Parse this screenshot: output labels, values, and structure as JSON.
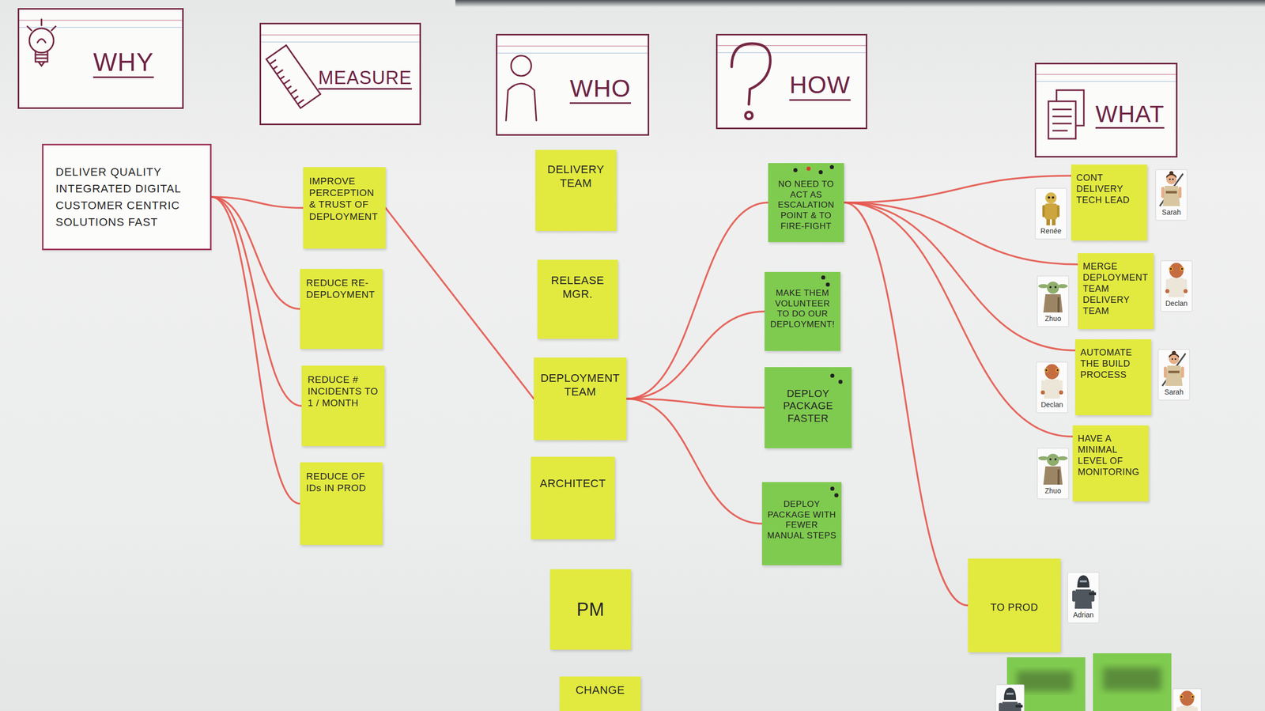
{
  "diagram": {
    "nodes": [
      {
        "text": [
          "WHY"
        ]
      },
      {
        "text": [
          "MEASURE"
        ]
      },
      {
        "text": [
          "WHO"
        ]
      },
      {
        "text": [
          "HOW"
        ]
      },
      {
        "text": [
          "WHAT"
        ]
      },
      {
        "text": [
          "DELIVER QUALITY INTEGRATED DIGITAL CUSTOMER CENTRIC SOLUTIONS FAST"
        ]
      },
      {
        "text": [
          "IMPROVE PERCEPTION & TRUST OF DEPLOYMENT"
        ]
      },
      {
        "text": [
          "REDUCE RE-DEPLOYMENT"
        ]
      },
      {
        "text": [
          "REDUCE # INCIDENTS TO 1 / MONTH"
        ]
      },
      {
        "text": [
          "REDUCE OF IDs IN PROD"
        ]
      },
      {
        "text": [
          "DELIVERY TEAM"
        ]
      },
      {
        "text": [
          "RELEASE MGR."
        ]
      },
      {
        "text": [
          "DEPLOYMENT TEAM"
        ]
      },
      {
        "text": [
          "ARCHITECT"
        ]
      },
      {
        "text": [
          "PM"
        ]
      },
      {
        "text": [
          "CHANGE"
        ]
      },
      {
        "text": [
          "NO NEED TO ACT AS ESCALATION POINT & TO FIRE-FIGHT"
        ]
      },
      {
        "text": [
          "MAKE THEM VOLUNTEER TO DO OUR DEPLOYMENT!"
        ]
      },
      {
        "text": [
          "DEPLOY PACKAGE FASTER"
        ]
      },
      {
        "text": [
          "DEPLOY PACKAGE WITH FEWER MANUAL STEPS"
        ]
      },
      {
        "text": [
          "CONT DELIVERY TECH LEAD"
        ]
      },
      {
        "text": [
          "MERGE DEPLOYMENT TEAM DELIVERY TEAM"
        ]
      },
      {
        "text": [
          "AUTOMATE THE BUILD PROCESS"
        ]
      },
      {
        "text": [
          "HAVE A MINIMAL LEVEL OF MONITORING"
        ]
      },
      {
        "text": [
          "TO PROD"
        ]
      }
    ],
    "edges": [
      {
        "from": 6,
        "to": 5,
        "arrow": "none"
      },
      {
        "from": 7,
        "to": 5,
        "arrow": "none"
      },
      {
        "from": 8,
        "to": 5,
        "arrow": "none"
      },
      {
        "from": 9,
        "to": 5,
        "arrow": "none"
      },
      {
        "from": 12,
        "to": 6,
        "arrow": "none"
      },
      {
        "from": 12,
        "to": 16,
        "arrow": "none"
      },
      {
        "from": 12,
        "to": 17,
        "arrow": "none"
      },
      {
        "from": 12,
        "to": 18,
        "arrow": "none"
      },
      {
        "from": 12,
        "to": 19,
        "arrow": "none"
      },
      {
        "from": 16,
        "to": 20,
        "arrow": "none"
      },
      {
        "from": 16,
        "to": 21,
        "arrow": "none"
      },
      {
        "from": 16,
        "to": 22,
        "arrow": "none"
      },
      {
        "from": 16,
        "to": 23,
        "arrow": "none"
      },
      {
        "from": 16,
        "to": 24,
        "arrow": "none"
      }
    ],
    "labels": [
      "Renée",
      "Sarah",
      "Zhuo",
      "Declan",
      "Declan",
      "Sarah",
      "Zhuo",
      "Adrian"
    ]
  }
}
